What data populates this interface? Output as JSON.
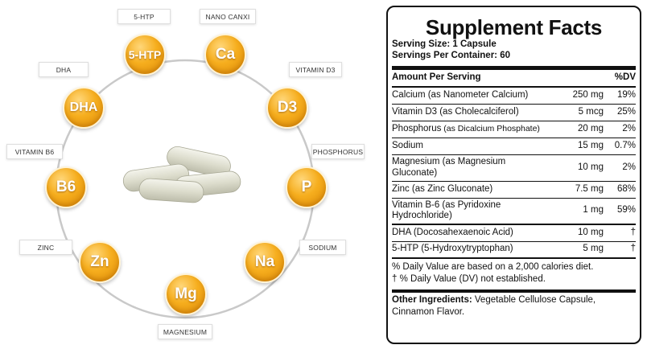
{
  "graphic": {
    "orbs": [
      {
        "symbol": "5-HTP",
        "label": "5-HTP"
      },
      {
        "symbol": "Ca",
        "label": "NANO CANXI"
      },
      {
        "symbol": "D3",
        "label": "VITAMIN D3"
      },
      {
        "symbol": "P",
        "label": "PHOSPHORUS"
      },
      {
        "symbol": "Na",
        "label": "SODIUM"
      },
      {
        "symbol": "Mg",
        "label": "MAGNESIUM"
      },
      {
        "symbol": "Zn",
        "label": "ZINC"
      },
      {
        "symbol": "B6",
        "label": "VITAMIN B6"
      },
      {
        "symbol": "DHA",
        "label": "DHA"
      }
    ],
    "colors": {
      "orb": "#f6ae1e",
      "ring": "#c9c9c9",
      "capsule": "#e6e6da"
    }
  },
  "facts": {
    "title": "Supplement Facts",
    "serving_size": "Serving Size: 1 Capsule",
    "servings_per_container": "Servings Per Container: 60",
    "header": {
      "amount": "Amount Per Serving",
      "dv": "%DV"
    },
    "rows": [
      {
        "name": "Calcium (as Nanometer Calcium)",
        "sub": "",
        "amount": "250 mg",
        "dv": "19%"
      },
      {
        "name": "Vitamin D3 (as Cholecalciferol)",
        "sub": "",
        "amount": "5 mcg",
        "dv": "25%"
      },
      {
        "name": "Phosphorus",
        "sub": " (as Dicalcium Phosphate)",
        "amount": "20 mg",
        "dv": "2%"
      },
      {
        "name": "Sodium",
        "sub": "",
        "amount": "15 mg",
        "dv": "0.7%"
      },
      {
        "name": "Magnesium (as Magnesium Gluconate)",
        "sub": "",
        "amount": "10 mg",
        "dv": "2%"
      },
      {
        "name": "Zinc (as Zinc Gluconate)",
        "sub": "",
        "amount": "7.5 mg",
        "dv": "68%"
      },
      {
        "name": "Vitamin B-6 (as Pyridoxine Hydrochloride)",
        "sub": "",
        "amount": "1 mg",
        "dv": "59%"
      },
      {
        "name": "DHA (Docosahexaenoic Acid)",
        "sub": "",
        "amount": "10 mg",
        "dv": "†"
      },
      {
        "name": "5-HTP (5-Hydroxytryptophan)",
        "sub": "",
        "amount": "5 mg",
        "dv": "†"
      }
    ],
    "footnote_1": "% Daily Value are based on a 2,000 calories diet.",
    "footnote_2": "† % Daily Value (DV) not established.",
    "other_label": "Other Ingredients:",
    "other_text": " Vegetable Cellulose Capsule, Cinnamon Flavor."
  }
}
